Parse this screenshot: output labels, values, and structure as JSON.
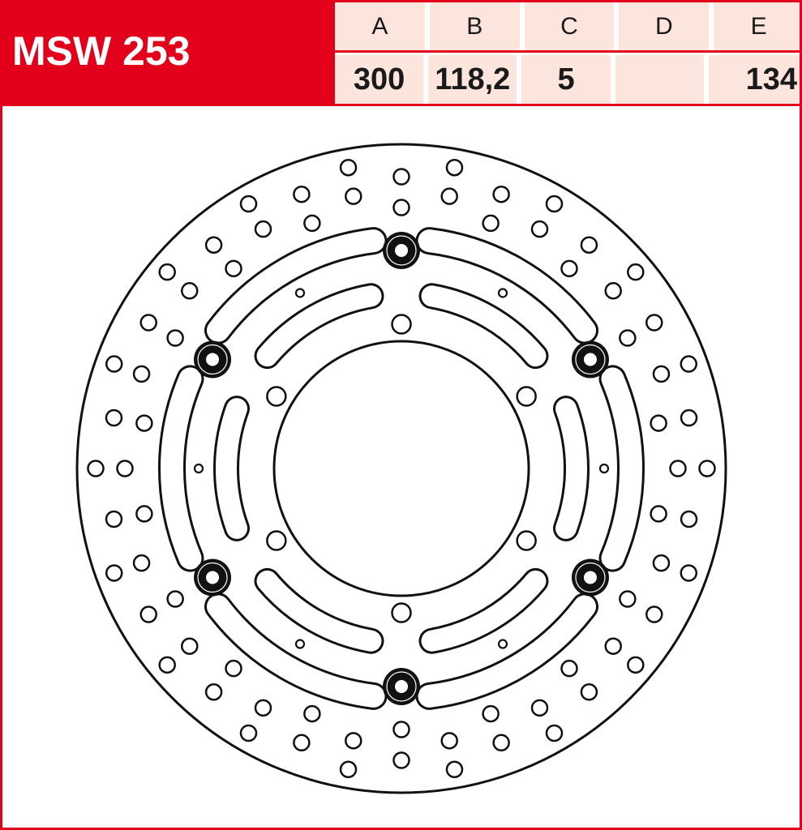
{
  "title": "MSW 253",
  "spec_table": {
    "columns": [
      {
        "label": "A",
        "value": "300"
      },
      {
        "label": "B",
        "value": "118,2"
      },
      {
        "label": "C",
        "value": "5"
      },
      {
        "label": "D",
        "value": ""
      },
      {
        "label": "E",
        "value": "134"
      }
    ]
  },
  "colors": {
    "brand": "#e2001a",
    "cell_bg": "#fce5dc",
    "line": "#111111"
  },
  "diagram": {
    "subject": "brake-disc",
    "bolt_count": 6
  }
}
